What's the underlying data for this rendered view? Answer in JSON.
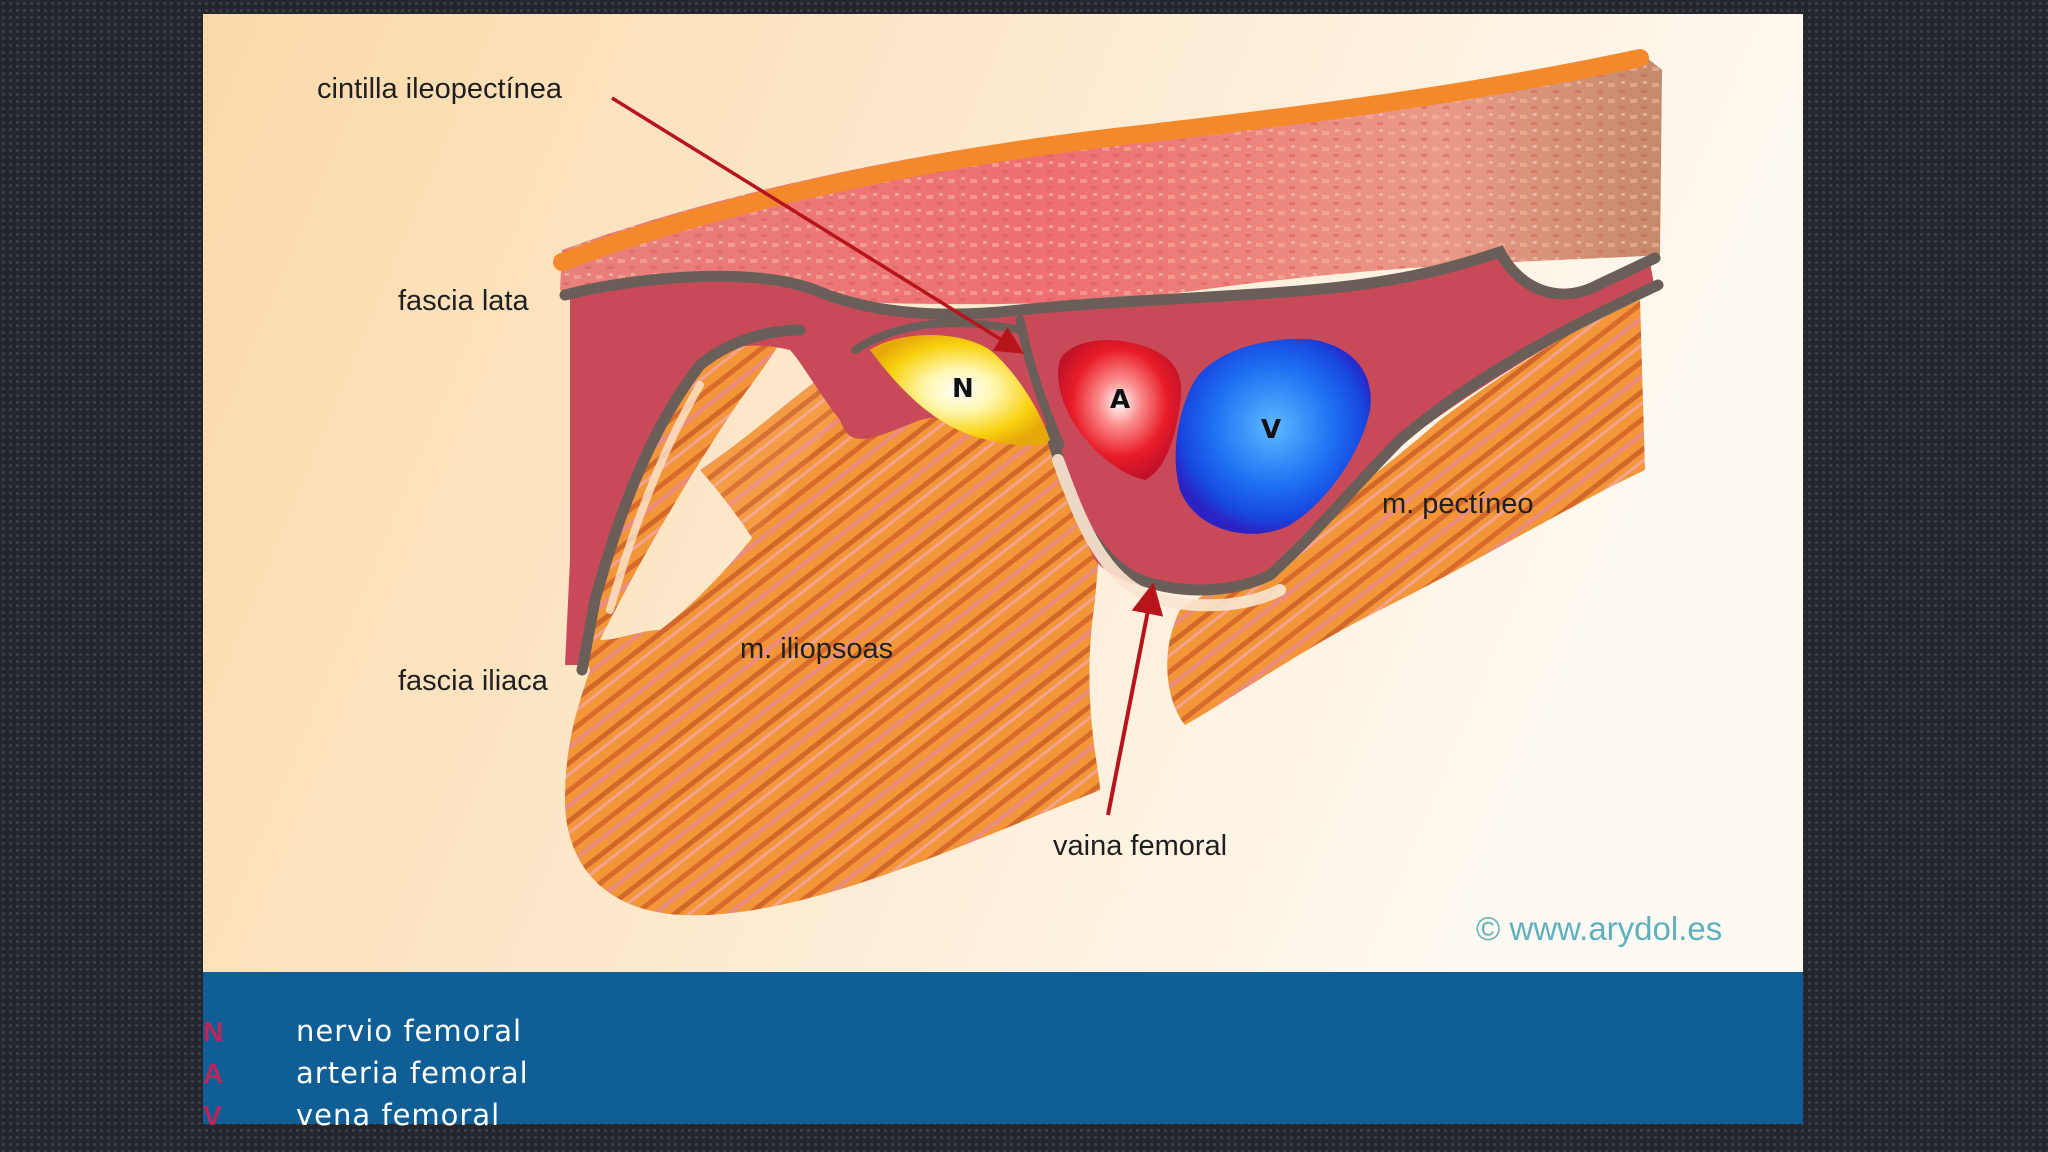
{
  "labels": {
    "cintilla": "cintilla ileopectínea",
    "fascia_lata": "fascia lata",
    "fascia_iliaca": "fascia iliaca",
    "iliopsoas": "m. iliopsoas",
    "pectineo": "m. pectíneo",
    "vaina": "vaina femoral"
  },
  "vessels": {
    "nerve": "N",
    "artery": "A",
    "vein": "V"
  },
  "watermark": "© www.arydol.es",
  "legend": [
    {
      "key": "N",
      "text": "nervio femoral"
    },
    {
      "key": "A",
      "text": "arteria femoral"
    },
    {
      "key": "V",
      "text": "vena femoral"
    }
  ],
  "colors": {
    "background": "#23272d",
    "legend_band": "#0f5f96",
    "legend_key": "#c0245a",
    "nerve": "#f7d516",
    "artery": "#e41f2b",
    "vein": "#1456f0",
    "arrow": "#b8141c",
    "muscle": "#f29438"
  }
}
